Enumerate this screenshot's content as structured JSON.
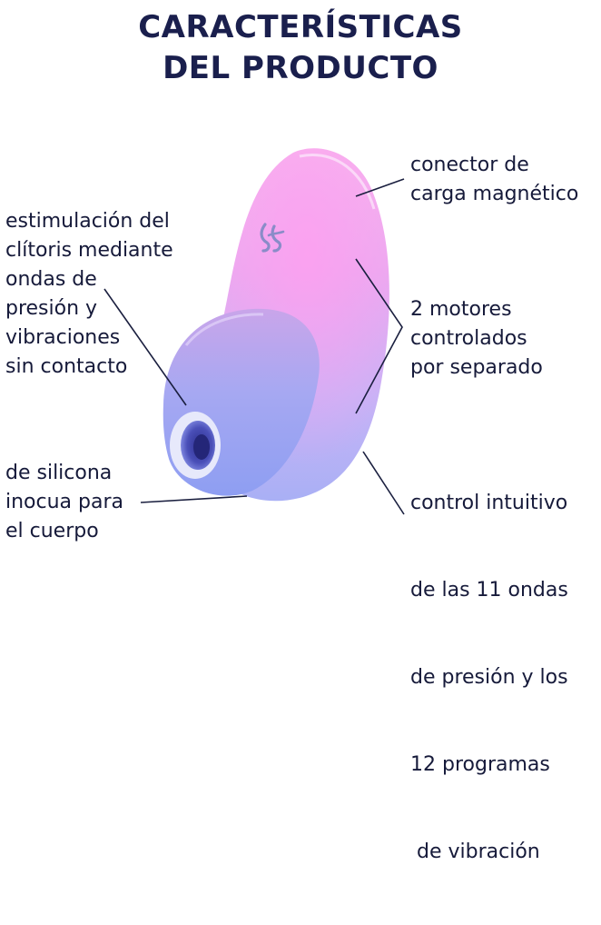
{
  "title": {
    "line1": "CARACTERÍSTICAS",
    "line2": "DEL PRODUCTO"
  },
  "labels": {
    "stimulation": [
      "estimulación del",
      "clítoris mediante",
      "ondas de",
      "presión y",
      "vibraciones",
      "sin contacto"
    ],
    "silicone": [
      "de silicona",
      "inocua para",
      "el cuerpo"
    ],
    "connector": [
      "conector de",
      "carga magnético"
    ],
    "motors": [
      "2 motores",
      "controlados",
      "por separado"
    ],
    "control": [
      "control intuitivo",
      "de las 11 ondas",
      "de presión y los",
      "12 programas",
      " de vibración"
    ]
  },
  "colors": {
    "title": "#1a1f4d",
    "text": "#161a3a",
    "line": "#1a1f3f",
    "product_pink": "#f2a7ec",
    "product_lavender": "#c6b4f5",
    "product_blue": "#8e9cf2",
    "logo": "#8a8cc8"
  },
  "icons": {
    "brand_logo": "stylized-satisfyer-logo-icon"
  }
}
